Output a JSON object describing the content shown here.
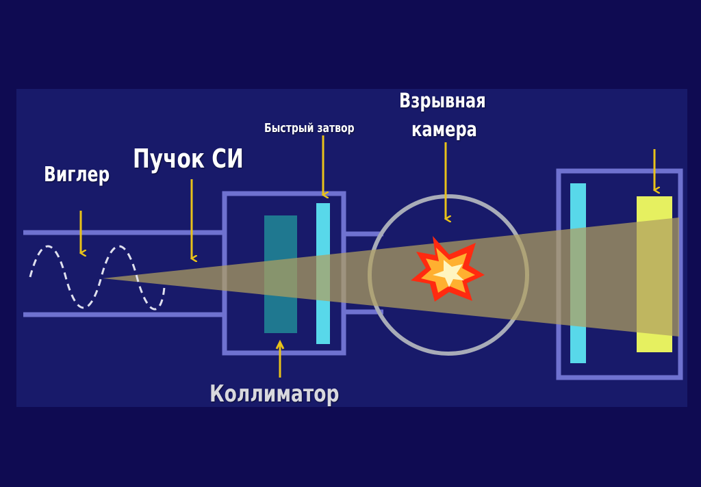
{
  "labels": {
    "wiggler": "Виглер",
    "sr_beam": "Пучок СИ",
    "fast_shutter": "Быстрый затвор",
    "explosion_chamber_line1": "Взрывная",
    "explosion_chamber_line2": "камера",
    "collimator": "Коллиматор"
  },
  "colors": {
    "background": "#0f0b52",
    "panel": "#181a6a",
    "outline": "#6f72d0",
    "beam": "#b0a060",
    "arrow": "#e8c21a",
    "collimator_block": "#1f7890",
    "shutter_plate": "#58d8ea",
    "detector_plate": "#e6f060",
    "explosion_outer": "#ff2a10",
    "explosion_inner": "#ffb030"
  }
}
